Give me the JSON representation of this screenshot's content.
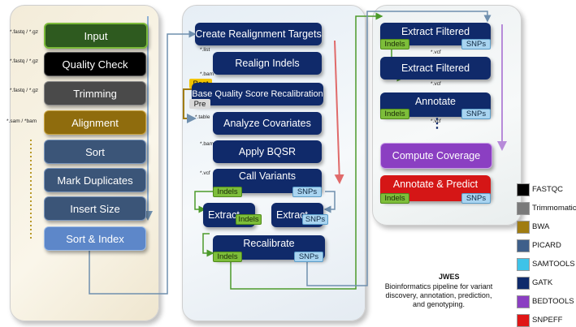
{
  "stages": {
    "input": "Input",
    "quality_check": "Quality Check",
    "trimming": "Trimming",
    "alignment": "Alignment",
    "sort": "Sort",
    "mark_duplicates": "Mark Duplicates",
    "insert_size": "Insert Size",
    "sort_index": "Sort & Index",
    "create_targets": "Create Realignment Targets",
    "realign_indels": "Realign Indels",
    "bqsr": "Base Quality Score Recalibration",
    "analyze_covariates": "Analyze Covariates",
    "apply_bqsr": "Apply BQSR",
    "call_variants": "Call Variants",
    "extract": "Extract",
    "recalibrate": "Recalibrate",
    "extract_filtered": "Extract Filtered",
    "annotate": "Annotate",
    "compute_coverage": "Compute Coverage",
    "annotate_predict": "Annotate & Predict"
  },
  "labels": {
    "indels": "Indels",
    "snps": "SNPs",
    "post": "Post",
    "pre": "Pre",
    "dots": "⋮"
  },
  "extensions": {
    "fastq_gz": "*.fastq / *.gz",
    "sam_bam": "*.sam / *bam",
    "list": "*.list",
    "bam": "*.bam",
    "table": "*.table",
    "vcf": "*.vcf"
  },
  "legend": [
    {
      "label": "FASTQC",
      "color": "#000000"
    },
    {
      "label": "Trimmomatic",
      "color": "#7a7a7a"
    },
    {
      "label": "BWA",
      "color": "#a07c12"
    },
    {
      "label": "PICARD",
      "color": "#3e5f8a"
    },
    {
      "label": "SAMTOOLS",
      "color": "#3ec3e8"
    },
    {
      "label": "GATK",
      "color": "#0f2a6b"
    },
    {
      "label": "BEDTOOLS",
      "color": "#8b3fc2"
    },
    {
      "label": "SNPEFF",
      "color": "#e01616"
    }
  ],
  "jwes": {
    "title": "JWES",
    "line1": "Bioinformatics pipeline for variant",
    "line2": "discovery, annotation, prediction,",
    "line3": "and genotyping."
  },
  "colors": {
    "input_green": "#2e5a1f",
    "fastqc": "#000000",
    "trimmomatic": "#4a4a4a",
    "bwa": "#8f6c0d",
    "picard": "#3b5578",
    "picard_light": "#5d87c9",
    "gatk": "#102a6a",
    "bedtools": "#8b3fc2",
    "snpeff": "#d51616",
    "connector": "#6f8fae"
  }
}
